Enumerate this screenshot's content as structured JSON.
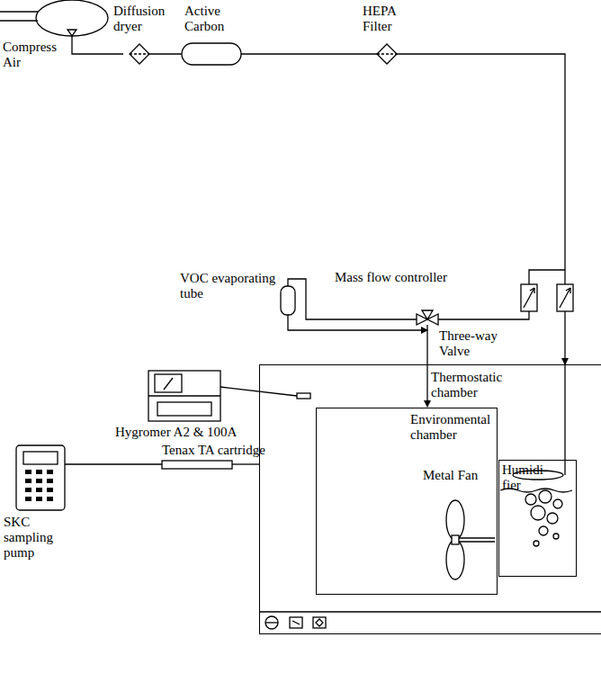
{
  "diagram": {
    "nodes": [
      {
        "text": [
          "Thermostatic chamber"
        ]
      },
      {
        "text": [
          "Environmental chamber"
        ],
        "in": 0
      },
      {
        "text": [
          "Humidi- fier"
        ],
        "in": 0
      }
    ],
    "labels": [
      "Compress Air",
      "Diffusion dryer",
      "Active Carbon",
      "HEPA Filter",
      "Mass flow controller",
      "Three-way Valve",
      "VOC evaporating tube",
      "Metal Fan",
      "Hygromer A2 & 100A",
      "Tenax TA cartridge",
      "SKC sampling pump"
    ]
  }
}
